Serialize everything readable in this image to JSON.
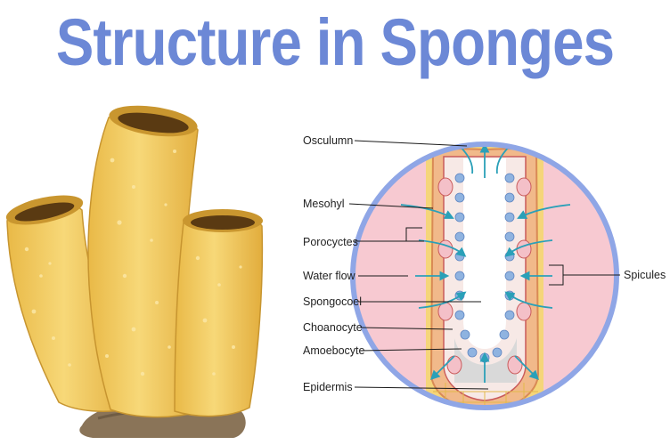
{
  "title": "Structure in Sponges",
  "labels": {
    "osculum": "Osculumn",
    "mesohyl": "Mesohyl",
    "porocytes": "Porocyctes",
    "water_flow": "Water flow",
    "spongocoel": "Spongocoel",
    "choanocyte": "Choanocyte",
    "amoebocyte": "Amoebocyte",
    "epidermis": "Epidermis",
    "spicules": "Spicules"
  },
  "colors": {
    "title": "#6c88d6",
    "circle_ring": "#8fa6e6",
    "circle_bg": "#f7c9d1",
    "sponge_body": "#f3cf63",
    "sponge_shadow": "#dba93a",
    "water_arrow": "#2aa0b8",
    "rock": "#8a7458"
  }
}
